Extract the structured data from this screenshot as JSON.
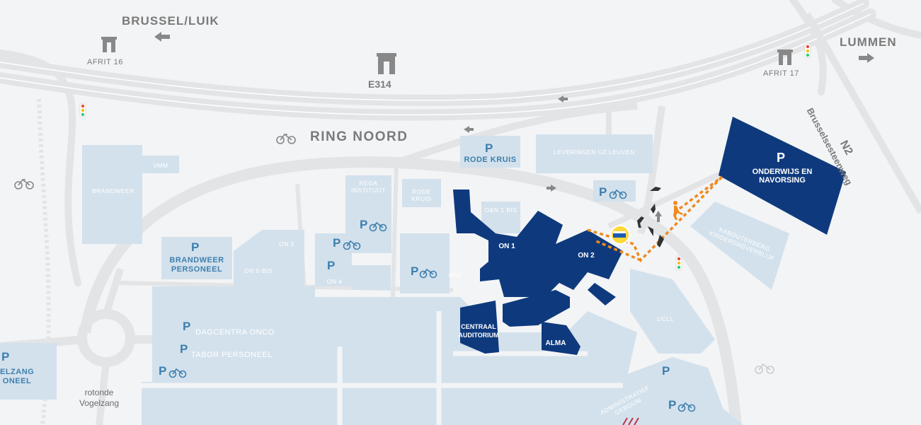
{
  "roads": {
    "ring": "RING NOORD",
    "highway": "E314",
    "to_brussel": "BRUSSEL/LUIK",
    "to_lummen": "LUMMEN",
    "afrit16": "AFRIT 16",
    "afrit17": "AFRIT 17",
    "steenweg": "Brusselsesteenweg",
    "n2": "N2",
    "rotonde": "rotonde",
    "vogelzang": "Vogelzang"
  },
  "buildings": {
    "brandweer": "BRANDWEER",
    "vmm": "VMM",
    "brandweer_personeel_p": "P",
    "brandweer_personeel": "BRANDWEER PERSONEEL",
    "on5": "ON 5",
    "on5bis": "ON 5 BIS",
    "on4": "ON 4",
    "rega": "REGA INSTITUUT",
    "rode_kruis": "RODE KRUIS",
    "rode_kruis_p_label": "RODE KRUIS",
    "on_bis": "O&N 1 BIS",
    "on3": "ON3",
    "leveringen": "LEVERINGEN UZ LEUVEN",
    "on1": "ON 1",
    "on2": "ON 2",
    "centraal": "CENTRAAL AUDITORIUM",
    "alma": "ALMA",
    "onderwijs": "ONDERWIJS EN NAVORSING",
    "kabouterberg": "KABOUTERBERG KINDERDAGVERBLIJF",
    "ucll": "UCLL",
    "administratief": "ADMINISTRATIEF GEBOUW",
    "dagcentra": "DAGCENTRA ONCO",
    "tabor": "TABOR PERSONEEL",
    "vogelzang_p": "ELZANG ONEEL"
  },
  "parking_symbol": "P",
  "icons": [
    "bike-icon",
    "highway-icon",
    "traffic-light-icon",
    "arrow-icon",
    "pedestrian-icon",
    "bus-stop-icon"
  ],
  "colors": {
    "background": "#f3f4f6",
    "road": "#e3e4e6",
    "zone": "#d3e1ec",
    "highlight": "#0e3a7d",
    "route": "#ef8a1e",
    "label_grey": "#7a7a7a",
    "parking_blue": "#3d7fae"
  }
}
